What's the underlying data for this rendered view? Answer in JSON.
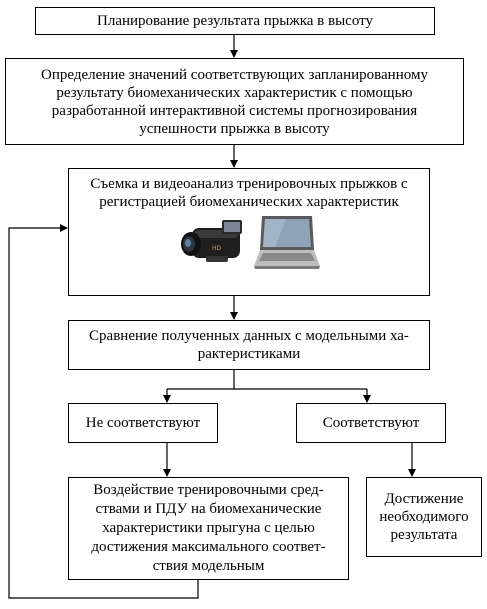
{
  "nodes": {
    "plan": "Планирование результата прыжка в высоту",
    "define": "Определение значений соответствующих запланированному результату биомеханических характеристик с помощью разработанной интерактивной  системы прогнозирования успешности прыжка в высоту",
    "filming": "Съемка и видеоанализ тренировочных прыжков с регистрацией биомеханических характеристик",
    "compare": "Сравнение полученных данных с модельными ха-рактеристиками",
    "not_match": "Не соответствуют",
    "match": "Соответствуют",
    "impact": "Воздействие тренировочными сред-ствами и ПДУ на биомеханические характеристики прыгуна с целью достижения максимального соответ-ствия модельным",
    "result": "Достижение необходимого результата"
  },
  "icons": [
    "video-camera-icon",
    "laptop-icon"
  ]
}
